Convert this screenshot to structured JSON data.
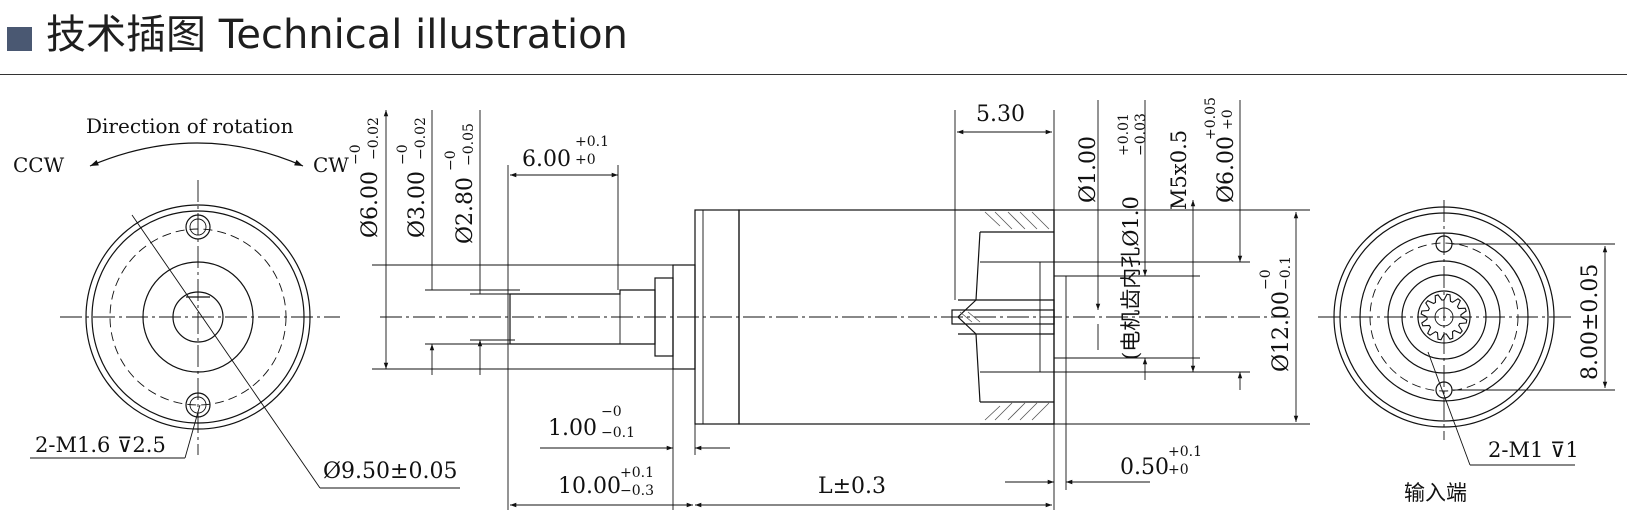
{
  "header": {
    "title": "技术插图 Technical illustration"
  },
  "labels": {
    "direction_of_rotation": "Direction of rotation",
    "ccw": "CCW",
    "cw": "CW",
    "mount_holes_front": "2-M1.6 ⊽2.5",
    "front_diameter": "Ø9.50±0.05",
    "shaft_d1": "Ø6.00",
    "shaft_d1_tol": "−0.02",
    "shaft_d1_tol_upper": "−0",
    "shaft_d2": "Ø3.00",
    "shaft_d2_tol": "−0.02",
    "shaft_d2_tol_upper": "−0",
    "shaft_d3": "Ø2.80",
    "shaft_d3_tol": "−0.05",
    "shaft_d3_tol_upper": "−0",
    "shaft_length": "6.00",
    "shaft_length_tol_upper": "+0.1",
    "shaft_length_tol_lower": "+0",
    "collar_length": "1.00",
    "collar_length_tol_upper": "−0",
    "collar_length_tol_lower": "−0.1",
    "output_length": "10.00",
    "output_length_tol_upper": "+0.1",
    "output_length_tol_lower": "−0.3",
    "body_length": "L±0.3",
    "rear_length": "5.30",
    "rear_gap": "0.50",
    "rear_gap_tol_upper": "+0.1",
    "rear_gap_tol_lower": "+0",
    "rear_d1": "Ø1.00",
    "motor_gear_hole": "(电机齿内孔Ø1.0",
    "motor_gear_hole_tol_upper": "+0.01",
    "motor_gear_hole_tol_lower": "−0.03",
    "thread": "M5x0.5",
    "rear_d2": "Ø6.00",
    "rear_d2_tol_upper": "+0.05",
    "rear_d2_tol_lower": "+0",
    "body_diameter": "Ø12.00",
    "body_diameter_tol_upper": "−0",
    "body_diameter_tol_lower": "−0.1",
    "hole_spacing": "8.00±0.05",
    "mount_holes_rear": "2-M1 ⊽1",
    "input_end": "输入端"
  }
}
